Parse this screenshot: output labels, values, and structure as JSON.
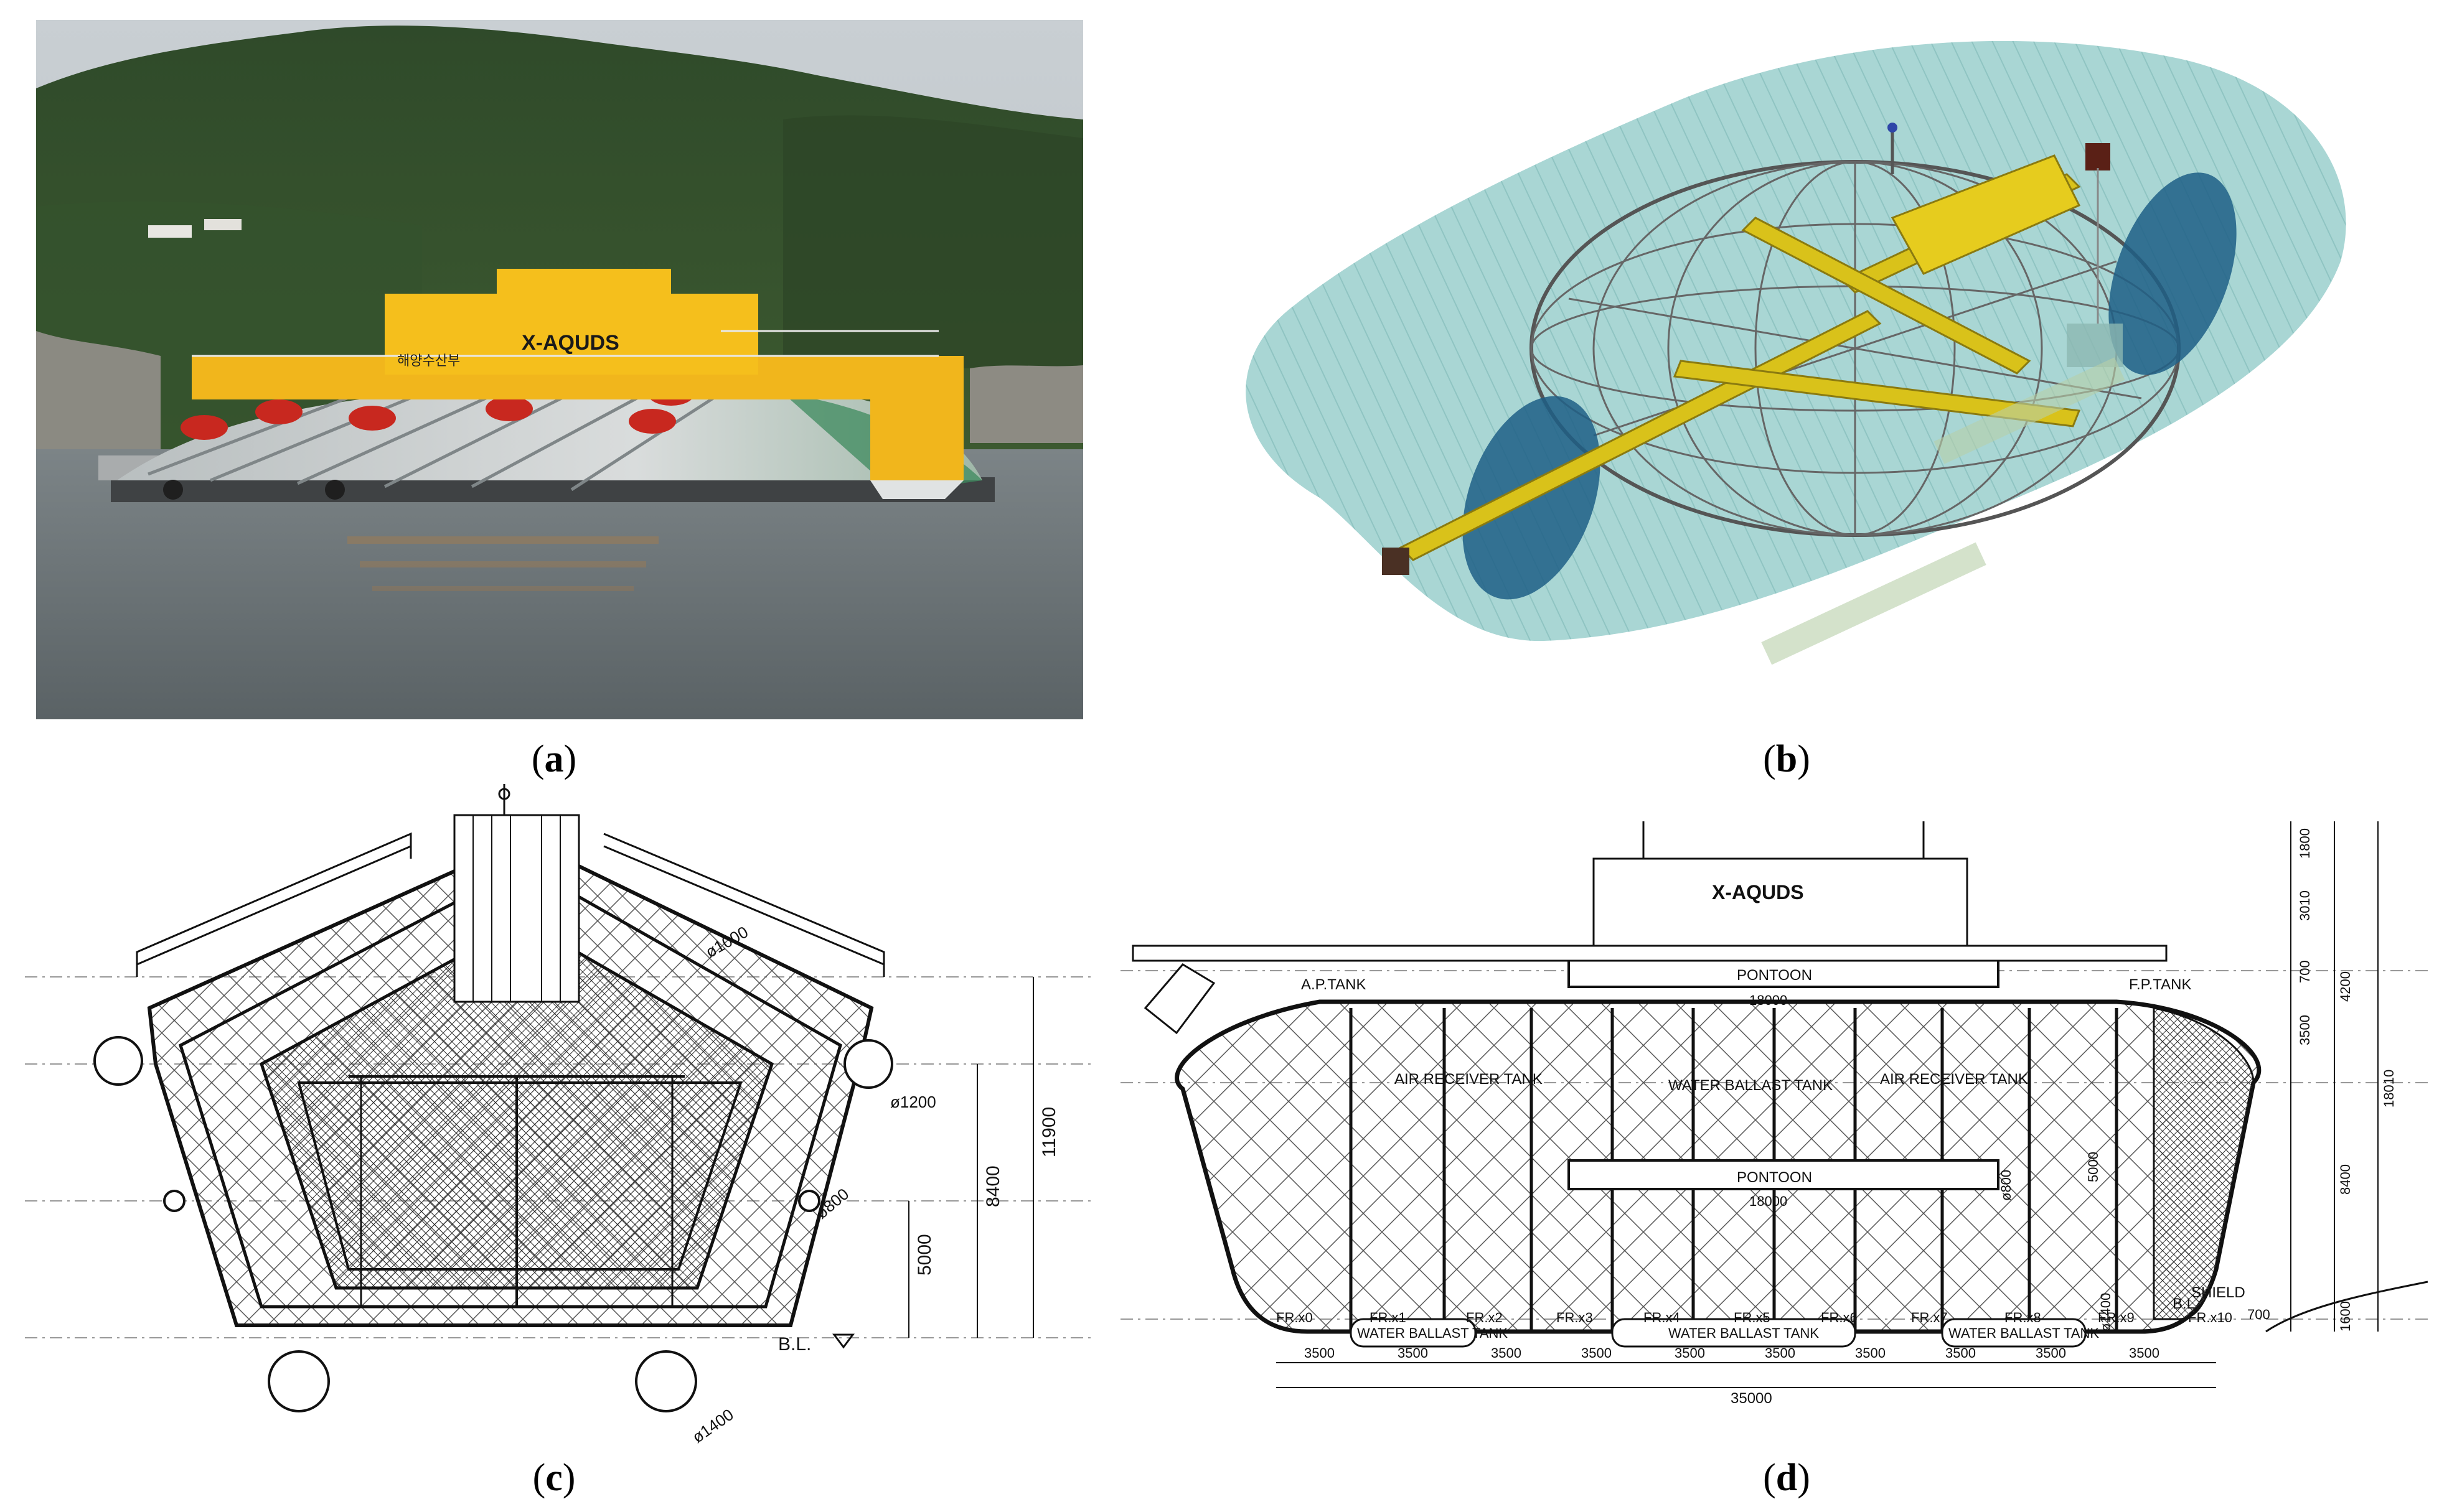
{
  "figure": {
    "captions": [
      {
        "paren_open": "(",
        "letter": "a",
        "paren_close": ")"
      },
      {
        "paren_open": "(",
        "letter": "b",
        "paren_close": ")"
      },
      {
        "paren_open": "(",
        "letter": "c",
        "paren_close": ")"
      },
      {
        "paren_open": "(",
        "letter": "d",
        "paren_close": ")"
      }
    ]
  },
  "photo": {
    "brand": "X-AQUDS",
    "owner": "해양수산부"
  },
  "section_c": {
    "dims": {
      "d1000": "ø1000",
      "d1200": "ø1200",
      "d800": "ø800",
      "d1400": "ø1400",
      "h11900": "11900",
      "h8400": "8400",
      "h5000": "5000"
    },
    "baseline": "B.L."
  },
  "section_d": {
    "brand": "X-AQUDS",
    "ap_tank": "A.P.TANK",
    "fp_tank": "F.P.TANK",
    "pontoon_top": "PONTOON",
    "pontoon_bottom": "PONTOON",
    "len_top": "18000",
    "len_bottom": "18000",
    "air_left": "AIR RECEIVER TANK",
    "air_right": "AIR RECEIVER TANK",
    "water_ballast_mid": "WATER BALLAST TANK",
    "wb_left": "WATER BALLAST TANK",
    "wb_center": "WATER BALLAST TANK",
    "wb_right": "WATER BALLAST TANK",
    "shield": "SHIELD",
    "baseline": "B.L.",
    "frames": [
      "FR.x0",
      "FR.x1",
      "FR.x2",
      "FR.x3",
      "FR.x4",
      "FR.x5",
      "FR.x6",
      "FR.x7",
      "FR.x8",
      "FR.x9",
      "FR.x10"
    ],
    "spacings": [
      "3500",
      "3500",
      "3500",
      "3500",
      "3500",
      "3500",
      "3500",
      "3500",
      "3500",
      "3500"
    ],
    "total": "35000",
    "vdims": {
      "v1800": "1800",
      "v3010": "3010",
      "v700": "700",
      "v4200": "4200",
      "v3500": "3500",
      "v18010": "18010",
      "v8400": "8400",
      "v1600": "1600",
      "v700b": "700",
      "v5000": "5000",
      "v1400": "ø1400",
      "v800": "ø800"
    }
  }
}
